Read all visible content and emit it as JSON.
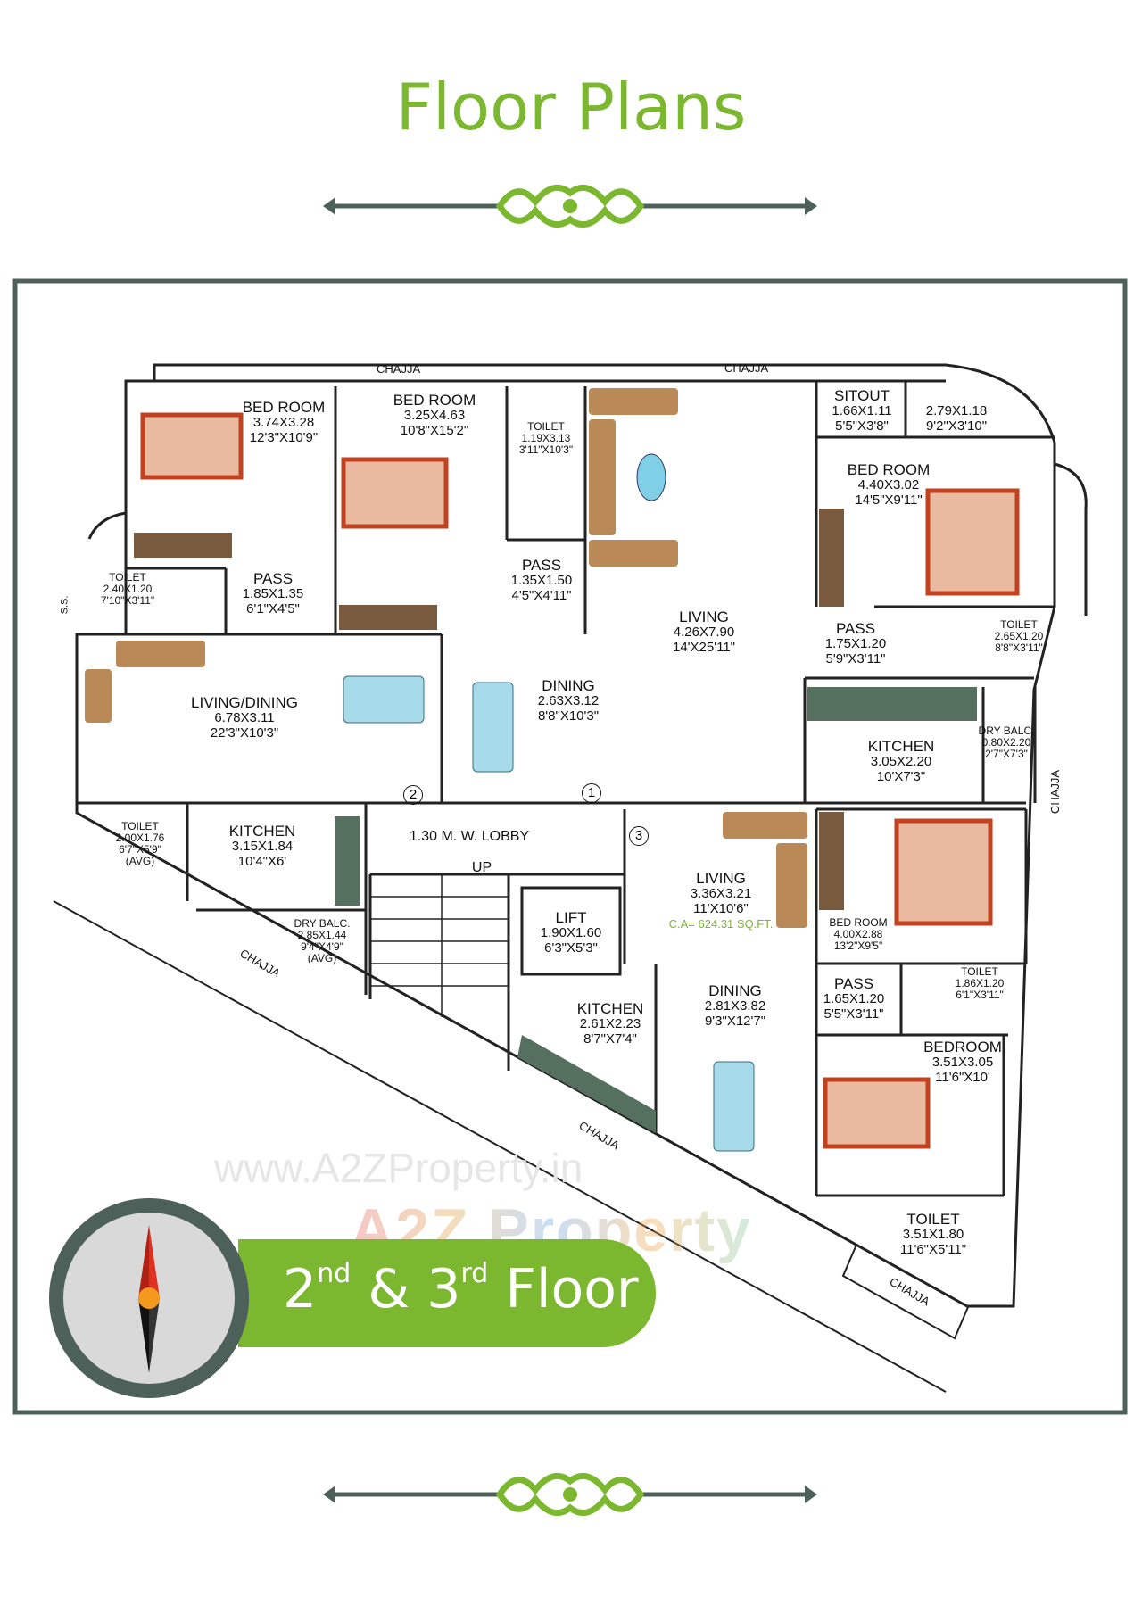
{
  "header": {
    "title": "Floor Plans"
  },
  "colors": {
    "accent_green": "#7cb82f",
    "frame": "#4d605a",
    "ornament": "#7cb82f"
  },
  "plan": {
    "chajja": "CHAJJA",
    "ss": "S.S.",
    "door_markers": [
      "1",
      "2",
      "3"
    ],
    "rooms": [
      {
        "name": "BED ROOM",
        "metric": "3.74X3.28",
        "imperial": "12'3\"X10'9\""
      },
      {
        "name": "BED ROOM",
        "metric": "3.25X4.63",
        "imperial": "10'8\"X15'2\""
      },
      {
        "name": "TOILET",
        "metric": "1.19X3.13",
        "imperial": "3'11\"X10'3\""
      },
      {
        "name": "TOILET",
        "metric": "2.40X1.20",
        "imperial": "7'10\"X3'11\""
      },
      {
        "name": "PASS",
        "metric": "1.85X1.35",
        "imperial": "6'1\"X4'5\""
      },
      {
        "name": "PASS",
        "metric": "1.35X1.50",
        "imperial": "4'5\"X4'11\""
      },
      {
        "name": "LIVING",
        "metric": "4.26X7.90",
        "imperial": "14'X25'11\""
      },
      {
        "name": "SITOUT",
        "metric": "1.66X1.11",
        "imperial": "5'5\"X3'8\""
      },
      {
        "name": "",
        "metric": "2.79X1.18",
        "imperial": "9'2\"X3'10\""
      },
      {
        "name": "BED ROOM",
        "metric": "4.40X3.02",
        "imperial": "14'5\"X9'11\""
      },
      {
        "name": "PASS",
        "metric": "1.75X1.20",
        "imperial": "5'9\"X3'11\""
      },
      {
        "name": "TOILET",
        "metric": "2.65X1.20",
        "imperial": "8'8\"X3'11\""
      },
      {
        "name": "KITCHEN",
        "metric": "3.05X2.20",
        "imperial": "10'X7'3\""
      },
      {
        "name": "DRY BALC.",
        "metric": "0.80X2.20",
        "imperial": "2'7\"X7'3\""
      },
      {
        "name": "LIVING/DINING",
        "metric": "6.78X3.11",
        "imperial": "22'3\"X10'3\""
      },
      {
        "name": "DINING",
        "metric": "2.63X3.12",
        "imperial": "8'8\"X10'3\""
      },
      {
        "name": "TOILET",
        "metric": "2.00X1.76",
        "imperial": "6'7\"X5'9\"",
        "note": "(AVG)"
      },
      {
        "name": "KITCHEN",
        "metric": "3.15X1.84",
        "imperial": "10'4\"X6'"
      },
      {
        "name": "DRY BALC.",
        "metric": "2.85X1.44",
        "imperial": "9'4\"X4'9\"",
        "note": "(AVG)"
      },
      {
        "name": "LIFT",
        "metric": "1.90X1.60",
        "imperial": "6'3\"X5'3\""
      },
      {
        "name": "LIVING",
        "metric": "3.36X3.21",
        "imperial": "11'X10'6\""
      },
      {
        "name": "BED ROOM",
        "metric": "4.00X2.88",
        "imperial": "13'2\"X9'5\""
      },
      {
        "name": "PASS",
        "metric": "1.65X1.20",
        "imperial": "5'5\"X3'11\""
      },
      {
        "name": "TOILET",
        "metric": "1.86X1.20",
        "imperial": "6'1\"X3'11\""
      },
      {
        "name": "KITCHEN",
        "metric": "2.61X2.23",
        "imperial": "8'7\"X7'4\""
      },
      {
        "name": "DINING",
        "metric": "2.81X3.82",
        "imperial": "9'3\"X12'7\""
      },
      {
        "name": "BEDROOM",
        "metric": "3.51X3.05",
        "imperial": "11'6\"X10'"
      },
      {
        "name": "TOILET",
        "metric": "3.51X1.80",
        "imperial": "11'6\"X5'11\""
      }
    ],
    "lobby": "1.30 M. W. LOBBY",
    "stairs_label": "UP",
    "carpet_area": "C.A= 624.31 SQ.FT."
  },
  "watermark": {
    "url": "www.A2ZProperty.in",
    "brand": "A2Z Property"
  },
  "floor_banner": {
    "num1": "2",
    "sup1": "nd",
    "amp": "&",
    "num2": "3",
    "sup2": "rd",
    "word": "Floor"
  },
  "compass": {
    "icon": "compass-icon"
  }
}
